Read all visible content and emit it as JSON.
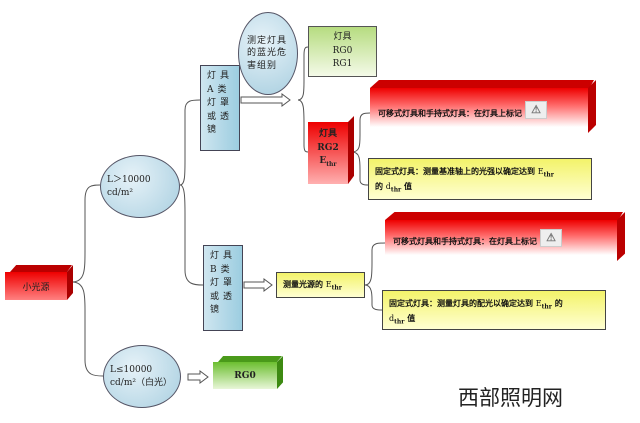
{
  "root": "小光源",
  "high_luminance": "L＞10000 cd/m²",
  "low_luminance": "L≤10000 cd/m²（白光）",
  "class_a": "灯具 A类 灯罩 或透 镜",
  "class_b": "灯具 B类 灯罩 或透 镜",
  "blue_hazard": "测定灯具的蓝光危害组别",
  "rg01": {
    "line1": "灯具",
    "line2": "RG0",
    "line3": "RG1"
  },
  "rg2": {
    "line1": "灯具",
    "line2": "RG2",
    "line3": "E",
    "sub": "thr"
  },
  "a_portable": "可移式灯具和手持式灯具：在灯具上标记",
  "a_fixed": {
    "text": "固定式灯具：测量基准轴上的光强以确定达到",
    "e": "E",
    "e_sub": "thr",
    "mid": "的",
    "d": "d",
    "d_sub": "thr",
    "end": "值"
  },
  "b_measure": {
    "text": "测量光源的",
    "e": "E",
    "e_sub": "thr"
  },
  "b_portable": "可移式灯具和手持式灯具：在灯具上标记",
  "b_fixed": {
    "text": "固定式灯具：测量灯具的配光以确定达到",
    "e": "E",
    "e_sub": "thr",
    "mid": "的",
    "d": "d",
    "d_sub": "thr",
    "end": "值"
  },
  "rg0": "RG0",
  "watermark": "西部照明网",
  "warning_icon": "⚠"
}
